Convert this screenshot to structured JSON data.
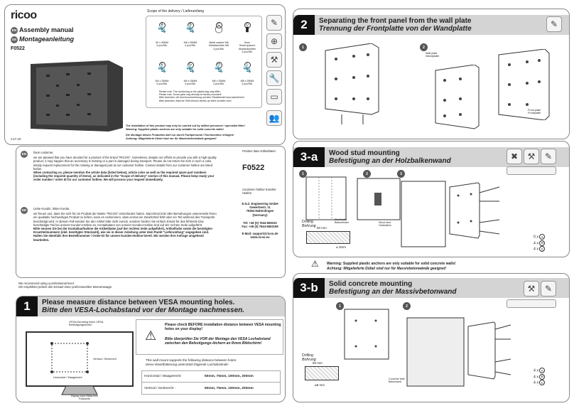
{
  "cover": {
    "logo": "ricoo",
    "assembly_manual": "Assembly manual",
    "montageanleitung": "Montageanleitung",
    "model": "F0522",
    "version": "v.17.10",
    "lang_en": "EN",
    "lang_de": "DE"
  },
  "scope": {
    "title": "Scope of the delivery / Lieferumfang",
    "parts": [
      {
        "letter": "A",
        "lines": [
          "50 x 40MM",
          "4 pcs/Stk."
        ]
      },
      {
        "letter": "B",
        "lines": [
          "M6 x 50MM",
          "4 pcs/Stk."
        ]
      },
      {
        "letter": "C",
        "lines": [
          "Metal washer M6",
          "Metallscheibe M6",
          "4 pcs/Stk."
        ]
      },
      {
        "letter": "D",
        "lines": [
          "5mm",
          "Small spacers",
          "Abstandshalter",
          "4 pcs/Stk."
        ]
      },
      {
        "letter": "E",
        "lines": [
          "M4 x 25MM",
          "4 pcs/Stk."
        ]
      },
      {
        "letter": "G",
        "lines": [
          "M5 x 25MM",
          "4 pcs/Stk."
        ]
      },
      {
        "letter": "H",
        "lines": [
          "M6 x 25MM",
          "4 pcs/Stk."
        ]
      },
      {
        "letter": "I",
        "lines": [
          "M8 x 25MM",
          "4 pcs/Stk."
        ]
      }
    ],
    "note1": "Please note: The numbering on the plastic bag may differ.",
    "note2": "Please note: Some parts may already be factory mounted!",
    "note3": "Bitte beachten: die Durchnummerierung auf dem Plastikbeutel kann abweichen!",
    "note4": "Bitte beachten: Manche Teile können bereits ab Werk montiert sein!",
    "warn1": "The installation of this product may only be carried out by skilled personnel / specialist fitter!",
    "warn2": "Warning: Supplied plastic anchors are only suitable for solid concrete walls!",
    "warn3": "Die Montage dieses Produktes darf nur durch Fachpersonal / Fachmonteur erfolgen!",
    "warn4": "Achtung: Mitgelieferte Dübel sind nur für Massivbetonwände geeignet!"
  },
  "letter": {
    "en_greeting": "Dear customer,",
    "en_body": "we are pleased that you have decided for a product of the brand \"RICOO\". Sometimes, despite our efforts to provide you with a high-quality product, it may happen that an accessory is missing or a part is damaged during transport. Please do not return the item in such a case, simply request replacement for the missing or damaged part at our customer hotline. Contact details from our customer hotline are listed below.",
    "en_bold": "When contacting us, please mention the article data (listed below), article color as well as the required spare part numbers (including the required quantity of items), as indicated in the \"Scope of delivery\" section of this manual. Please keep ready your order number / order ID for our customer hotline. We will process your request immediately.",
    "de_greeting": "Liebe Kundin, lieber Kunde,",
    "de_body": "wir freuen uns, dass Sie sich für ein Produkt der Marke \"RICOO\" entschieden haben. Manchmal trotz aller Bemühungen unsererseits Ihnen ein qualitativ hochwertiges Produkt zu liefern, kann es vorkommen, dass einmal ein Zubehörteil fehlt oder ein Teil während des Transports beschädigt wird. In diesem Fall senden Sie den Artikel bitte nicht zurück, sondern fordern Sie einfach Ersatz für das fehlende bzw. beschädigte Teil bei unserer Kunden-Hotline an. Kontaktdaten von unserer Kunden-Hotline sind auf der rechten Seite aufgeführt.",
    "de_bold": "Bitte nennen Sie bei der Kontaktaufnahme die Artikeldaten (auf der rechten Seite aufgeführt), Artikelfarbe sowie die benötigten Ersatzteilnummern (inkl. benötigter Stückzahl), wie sie in dieser Anleitung unter dem Punkt \"Lieferumfang\" angegeben sind. Halten Sie ebenfalls Ihre Bestellnummer / Order-ID für unsere Kunden-Hotline bereit. Wir werden Ihre Anfrage umgehend bearbeiten.",
    "product_data_label": "Product data Artikeldaten",
    "product_code": "F0522",
    "hotline_label": "Customer hotline Kunden-Hotline",
    "company": [
      "E.N.Z. Engineering GmbH",
      "Gewerbestr. 11",
      "79364 Malterdingen",
      "(Germany)"
    ],
    "tel": "Tel: +49 (0) 7644-565310",
    "fax": "Fax: +49 (0) 7644-5653199",
    "email": "E-Mail: support@ricoo.de",
    "web": "www.ricoo.eu"
  },
  "recommend": {
    "en": "We recommend using a professional level.",
    "de": "Wir empfehlen jedoch den Einsatz einer professionellen Wasserwaage."
  },
  "step1": {
    "num": "1",
    "title_en": "Please measure distance between VESA mounting holes.",
    "title_de": "Bitte den VESA-Lochabstand vor der Montage nachmessen.",
    "vesa_label": "VESA-Mounting holes VESA-Befestigungslöcher",
    "vertical_label": "Vertical / Senkrecht",
    "horizontal_label": "Horizontal / Waagerecht",
    "display_back": "Display back Bildschirm Rückseite",
    "check_en": "Please check BEFORE installation distance between VESA mounting holes on your display!",
    "check_de": "Bitte überprüfen Sie VOR der Montage den VESA Lochabstand zwischen den Befestigungs-löchern an Ihrem Bildschirm!",
    "support_en": "This wall mount supports the following distance between holes:",
    "support_de": "Diese Wandhalterung unterstützt folgende Lochabstände:",
    "rows": [
      {
        "label": "Horizontal / Waagerecht:",
        "value": "50mm, 75mm, 100mm, 200mm"
      },
      {
        "label": "Vertical / Senkrecht :",
        "value": "50mm, 75mm, 100mm, 200mm"
      }
    ]
  },
  "step2": {
    "num": "2",
    "title_en": "Separating the front panel from the wall plate",
    "title_de": "Trennung der Frontplatte von der Wandplatte",
    "wall_plate": "Wall plate Wandplatte",
    "front_plate": "Front plate Frontplatte"
  },
  "step3a": {
    "num": "3-a",
    "title_en": "Wood stud mounting",
    "title_de": "Befestigung an der Holzbalkenwand",
    "stud_finder": "Stud finder Balkenfinder",
    "wood_stud": "Wood stud Holzbalken",
    "drilling_en": "Drilling",
    "drilling_de": "Bohrung",
    "depth": "50 mm",
    "diameter": "⌀ 3mm",
    "counts": [
      {
        "qty": "0 x",
        "letter": "A"
      },
      {
        "qty": "4 x",
        "letter": "B"
      },
      {
        "qty": "4 x",
        "letter": "C"
      }
    ],
    "warn_en": "Warning:  Supplied plastic anchors are only suitable for solid concrete walls!",
    "warn_de": "Achtung:  Mitgelieferte Dübel sind nur für Massivbetonwände geeignet!"
  },
  "step3b": {
    "num": "3-b",
    "title_en": "Solid concrete mounting",
    "title_de": "Befestigung an der Massivbetonwand",
    "concrete": "Concrete Wall Betonwand",
    "drilling_en": "Drilling",
    "drilling_de": "Bohrung",
    "depth": "50 mm",
    "diameter": "⌀8 mm",
    "counts": [
      {
        "qty": "4 x",
        "letter": "A"
      },
      {
        "qty": "4 x",
        "letter": "B"
      },
      {
        "qty": "4 x",
        "letter": "C"
      }
    ]
  }
}
